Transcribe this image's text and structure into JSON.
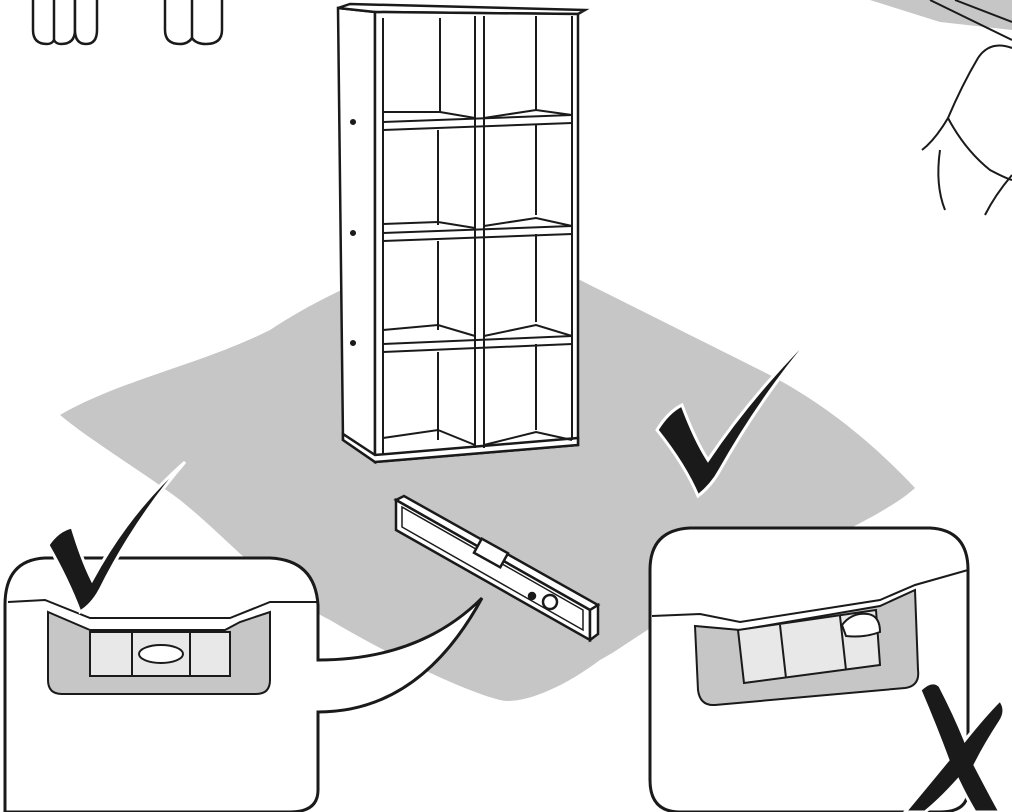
{
  "illustration": {
    "colors": {
      "line": "#1a1a1a",
      "mat": "#c6c6c6",
      "bubble_vial": "#dcdcdc",
      "background": "#ffffff"
    },
    "icons": [
      "plug-icon",
      "bookcase",
      "spirit-level",
      "check-mark-icon",
      "cross-mark-icon",
      "hand-icon"
    ],
    "panels": [
      {
        "name": "level-zoom-correct",
        "status": "correct"
      },
      {
        "name": "level-zoom-incorrect",
        "status": "incorrect"
      }
    ]
  }
}
